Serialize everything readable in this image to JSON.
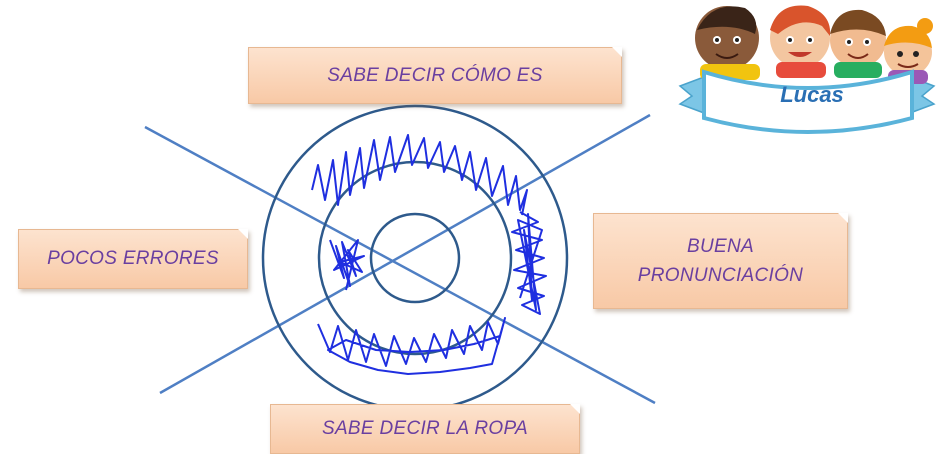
{
  "labels": {
    "top": "SABE DECIR CÓMO ES",
    "left": "POCOS ERRORES",
    "right_line1": "BUENA",
    "right_line2": "PRONUNCIACIÓN",
    "bottom": "SABE DECIR LA ROPA"
  },
  "badge": {
    "name": "Lucas"
  },
  "colors": {
    "axis_line": "#4f7fc4",
    "ring_stroke": "#2e5a8c",
    "scribble": "#1f2fe0",
    "label_text": "#6a3fa0",
    "label_fill": "#f9d2b4"
  }
}
